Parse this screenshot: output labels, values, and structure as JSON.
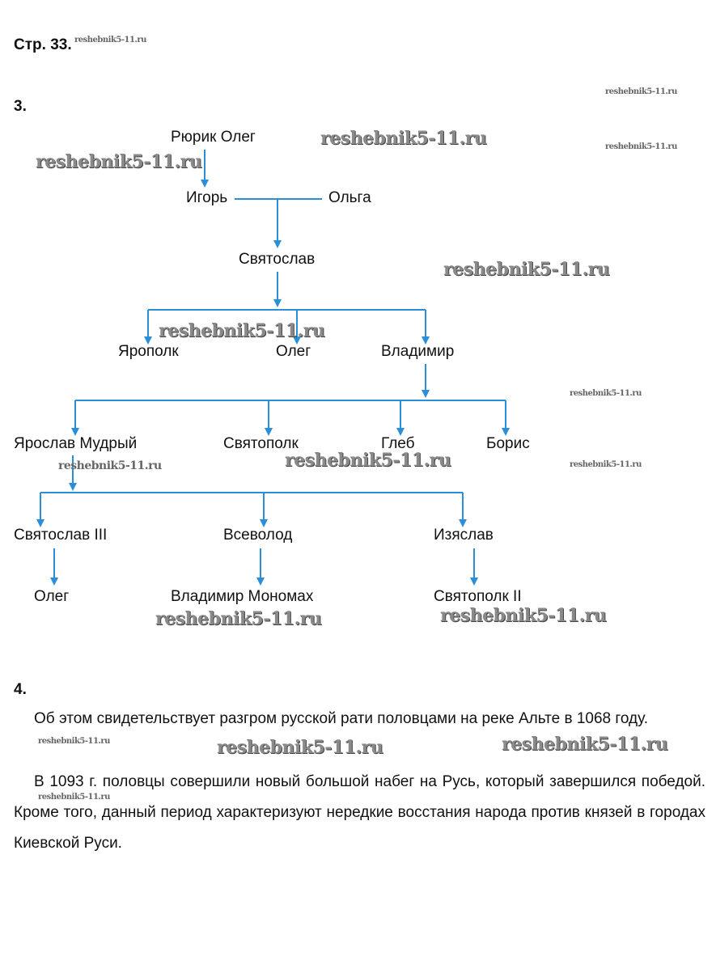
{
  "page_header": "Стр. 33.",
  "watermark": "reshebnik5-11.ru",
  "task3": {
    "number": "3.",
    "tree": {
      "rurik_oleg": "Рюрик Олег",
      "igor": "Игорь",
      "olga": "Ольга",
      "svyatoslav": "Святослав",
      "yaropolk": "Ярополк",
      "oleg1": "Олег",
      "vladimir": "Владимир",
      "yaroslav": "Ярослав Мудрый",
      "svyatopolk": "Святополк",
      "gleb": "Глеб",
      "boris": "Борис",
      "svyatoslav3": "Святослав III",
      "vsevolod": "Всеволод",
      "izyaslav": "Изяслав",
      "oleg2": "Олег",
      "monomakh": "Владимир Мономах",
      "svyatopolk2": "Святополк II"
    }
  },
  "task4": {
    "number": "4.",
    "paragraphs": [
      "Об этом свидетельствует разгром русской рати половцами на реке Альте в 1068 году.",
      "В 1093 г. половцы совершили новый большой набег на Русь, который завершился победой. Кроме того, данный период характеризуют нередкие восстания народа против князей в городах Киевской Руси."
    ]
  },
  "colors": {
    "line": "#2a8fd8"
  }
}
